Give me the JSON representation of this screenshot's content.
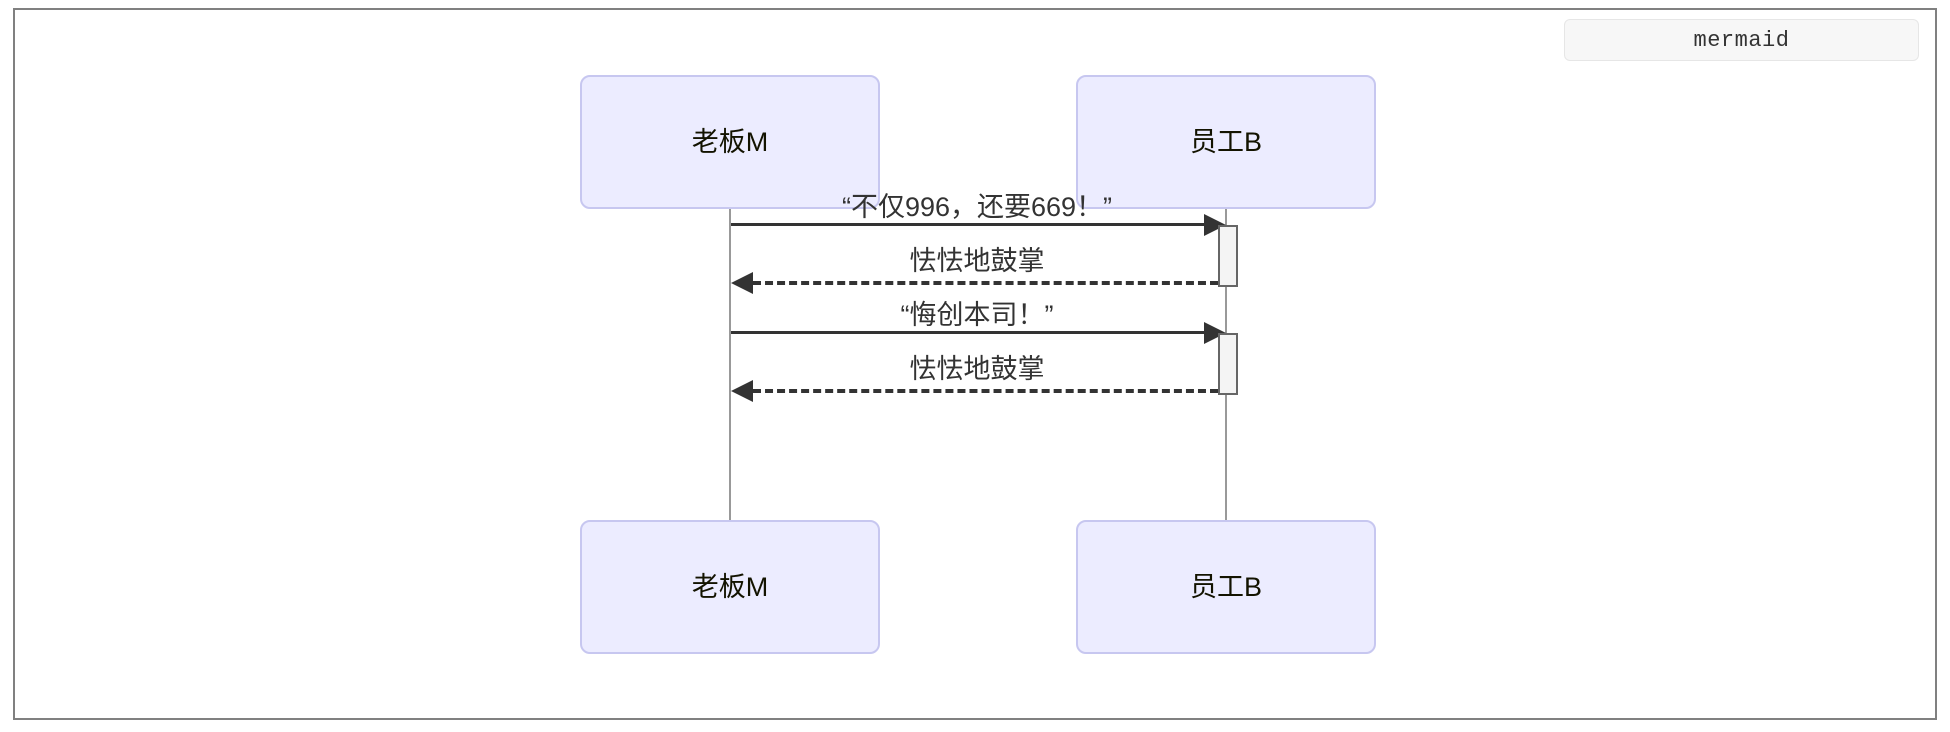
{
  "canvas": {
    "label_chip": "mermaid",
    "border_color": "#808080",
    "background": "#ffffff"
  },
  "diagram": {
    "type": "sequence-diagram",
    "actor_fill": "#ECECFF",
    "actor_stroke": "#C7C7F0",
    "line_color": "#333333",
    "lifeline_color": "#999999",
    "activation_fill": "#F4F4F4",
    "activation_stroke": "#666666",
    "participants": [
      {
        "id": "boss",
        "label": "老板M"
      },
      {
        "id": "employee",
        "label": "员工B"
      }
    ],
    "participants_bottom": [
      {
        "id": "boss",
        "label": "老板M"
      },
      {
        "id": "employee",
        "label": "员工B"
      }
    ],
    "messages": [
      {
        "index": 1,
        "from": "boss",
        "to": "employee",
        "direction": "right",
        "style": "solid",
        "text": "“不仅996，还要669！”"
      },
      {
        "index": 2,
        "from": "employee",
        "to": "boss",
        "direction": "left",
        "style": "dashed",
        "text": "怯怯地鼓掌"
      },
      {
        "index": 3,
        "from": "boss",
        "to": "employee",
        "direction": "right",
        "style": "solid",
        "text": "“悔创本司！”"
      },
      {
        "index": 4,
        "from": "employee",
        "to": "boss",
        "direction": "left",
        "style": "dashed",
        "text": "怯怯地鼓掌"
      }
    ],
    "activations": [
      {
        "on": "employee",
        "for_message": 1
      },
      {
        "on": "employee",
        "for_message": 3
      }
    ]
  }
}
